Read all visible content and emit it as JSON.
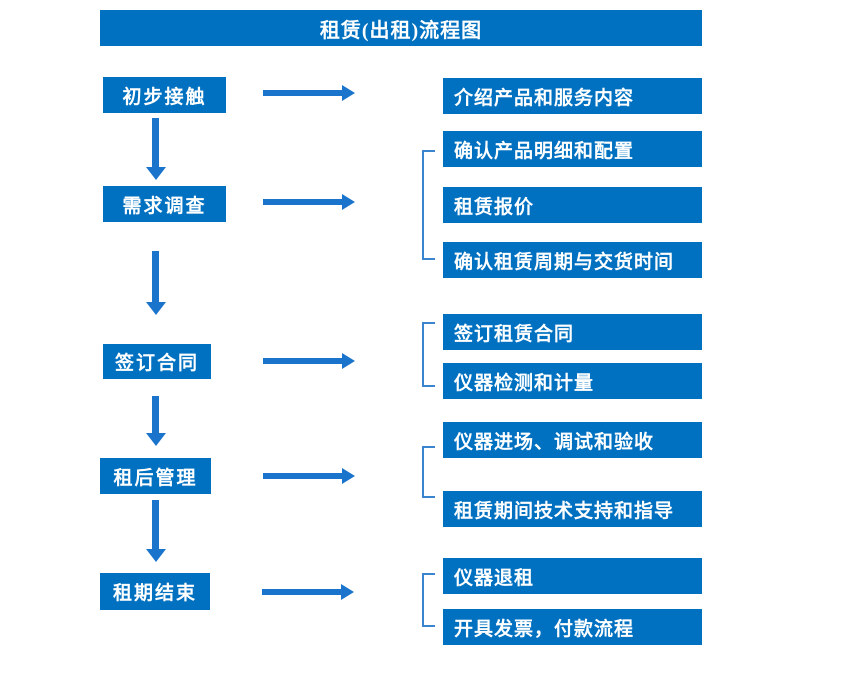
{
  "title": "租赁(出租)流程图",
  "steps": [
    {
      "label": "初步接触",
      "outputs": [
        "介绍产品和服务内容"
      ]
    },
    {
      "label": "需求调查",
      "outputs": [
        "确认产品明细和配置",
        "租赁报价",
        "确认租赁周期与交货时间"
      ]
    },
    {
      "label": "签订合同",
      "outputs": [
        "签订租赁合同",
        "仪器检测和计量"
      ]
    },
    {
      "label": "租后管理",
      "outputs": [
        "仪器进场、调试和验收",
        "租赁期间技术支持和指导"
      ]
    },
    {
      "label": "租期结束",
      "outputs": [
        "仪器退租",
        "开具发票，付款流程"
      ]
    }
  ],
  "colors": {
    "box_blue": "#0070C0",
    "arrow_blue": "#1B74CC",
    "bracket_blue": "#3A85CE",
    "text_white": "#FFFFFF"
  }
}
